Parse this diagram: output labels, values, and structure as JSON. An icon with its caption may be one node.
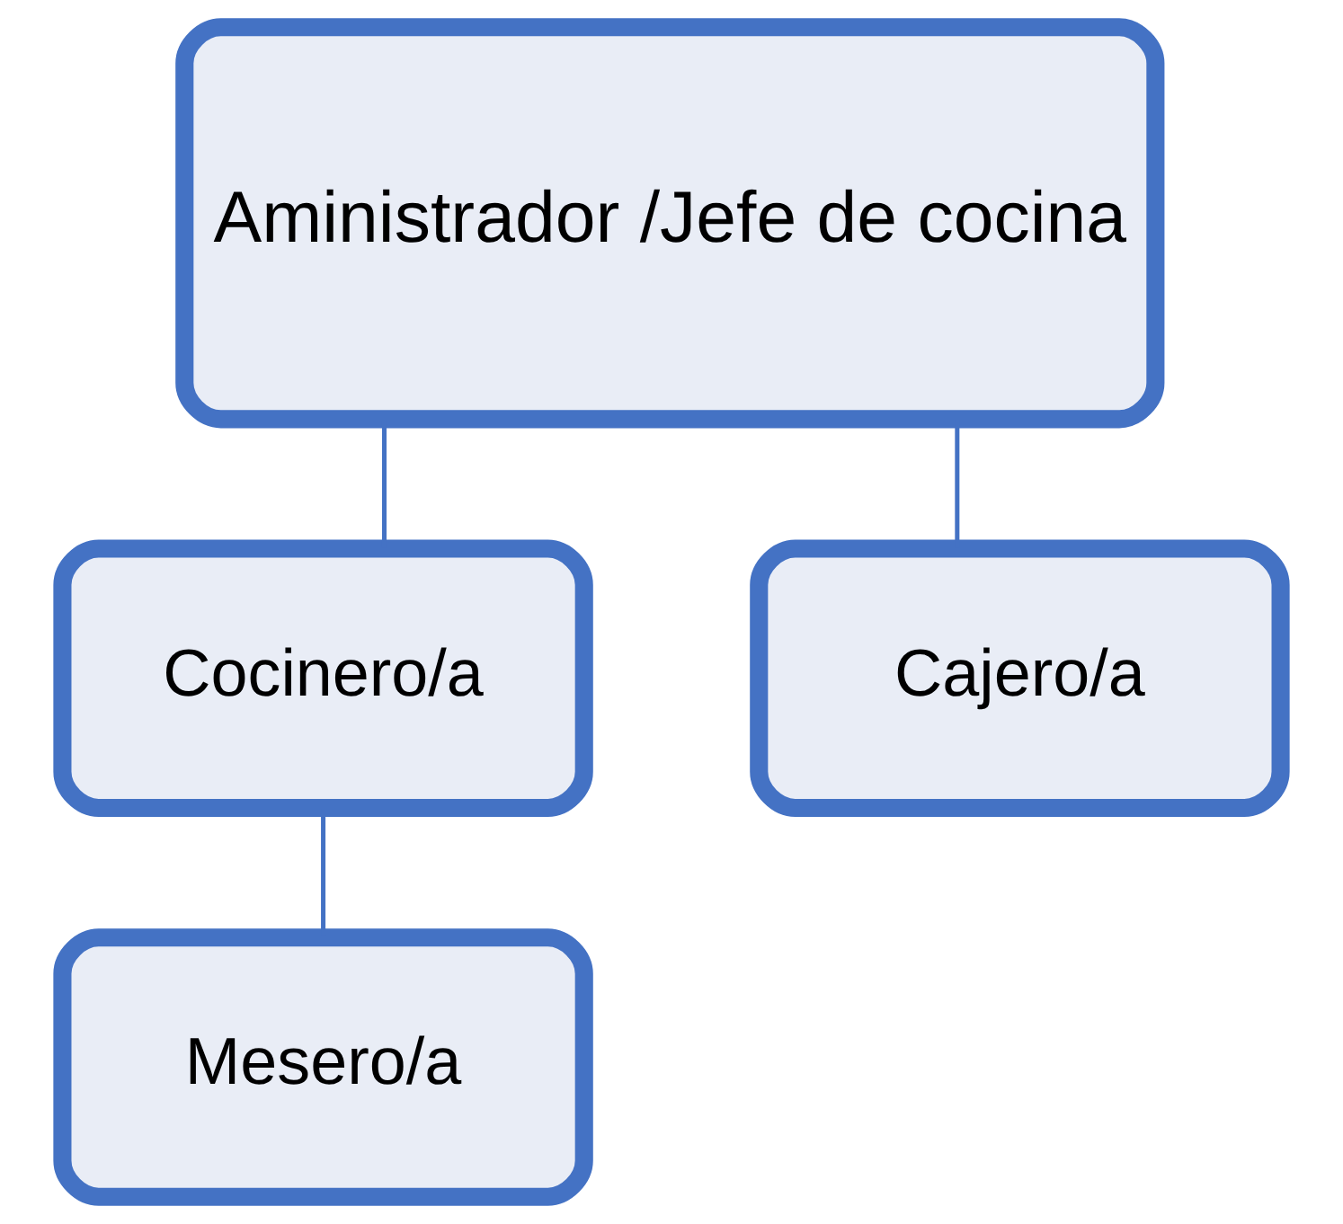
{
  "diagram": {
    "nodes": [
      {
        "text": [
          "Aministrador /Jefe de cocina"
        ]
      },
      {
        "text": [
          "Cocinero/a"
        ]
      },
      {
        "text": [
          "Cajero/a"
        ]
      },
      {
        "text": [
          "Mesero/a"
        ]
      }
    ],
    "edges": [
      {
        "from": 0,
        "to": 1,
        "arrow": "none"
      },
      {
        "from": 0,
        "to": 2,
        "arrow": "none"
      },
      {
        "from": 1,
        "to": 3,
        "arrow": "none"
      }
    ]
  }
}
